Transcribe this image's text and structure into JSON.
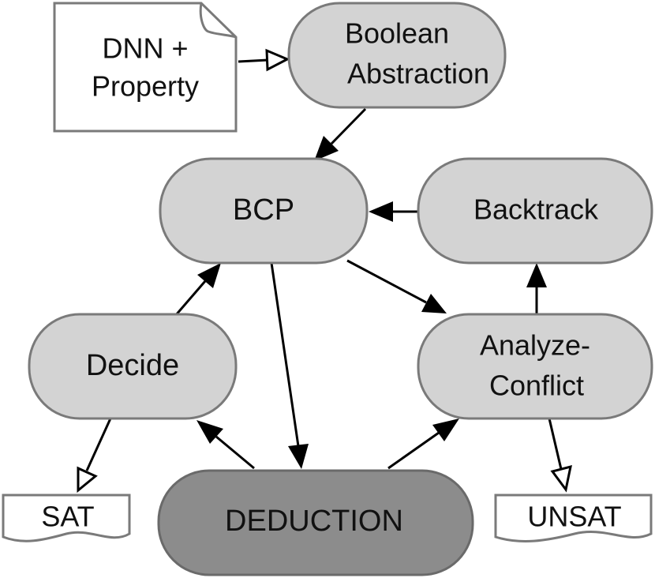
{
  "nodes": {
    "dnn_property": {
      "line1": "DNN +",
      "line2": "Property"
    },
    "boolean_abstraction": {
      "line1": "Boolean",
      "line2": "Abstraction"
    },
    "bcp": {
      "label": "BCP"
    },
    "backtrack": {
      "label": "Backtrack"
    },
    "decide": {
      "label": "Decide"
    },
    "analyze_conflict": {
      "line1": "Analyze-",
      "line2": "Conflict"
    },
    "deduction": {
      "label": "DEDUCTION"
    },
    "sat": {
      "label": "SAT"
    },
    "unsat": {
      "label": "UNSAT"
    }
  },
  "colors": {
    "node_fill": "#d3d3d3",
    "deduction_fill": "#8c8c8c",
    "stroke": "#7a7a7a",
    "arrow": "#000000",
    "document_fill": "#ffffff"
  }
}
